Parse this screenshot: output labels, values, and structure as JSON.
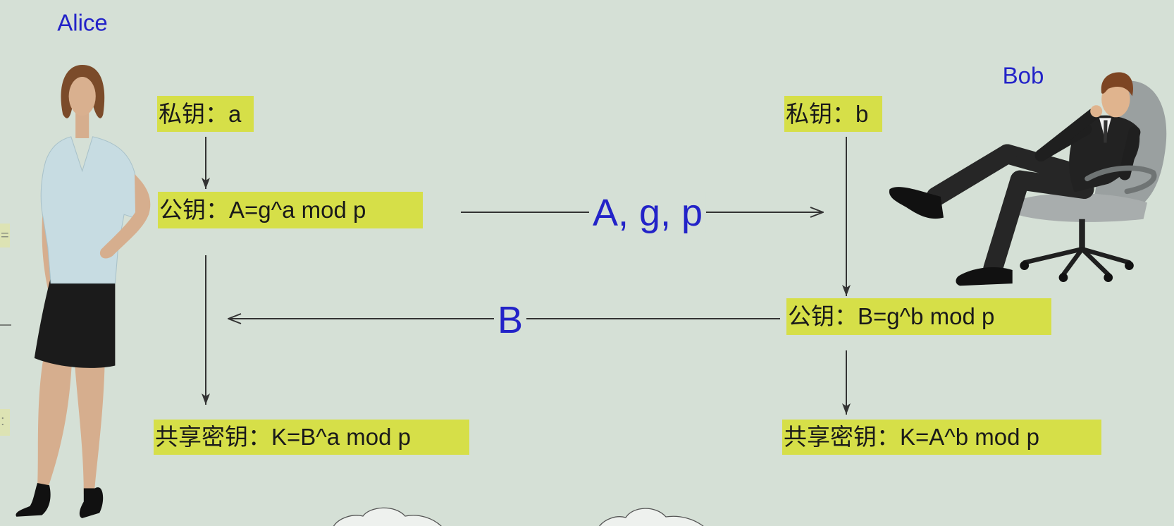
{
  "colors": {
    "background": "#d5e0d6",
    "highlight": "#d6df48",
    "label_blue": "#2323c8",
    "arrow": "#333333",
    "text": "#1a1a1a"
  },
  "alice": {
    "name": "Alice",
    "private_key": "私钥：a",
    "public_key": "公钥：A=g^a mod p",
    "shared_key": "共享密钥：K=B^a mod p",
    "figure_icon": "woman-standing-icon"
  },
  "bob": {
    "name": "Bob",
    "private_key": "私钥：b",
    "public_key": "公钥：B=g^b mod p",
    "shared_key": "共享密钥：K=A^b mod p",
    "figure_icon": "man-in-office-chair-icon"
  },
  "messages": {
    "to_bob": "A, g, p",
    "to_alice": "B"
  },
  "decorations": {
    "bottom_icons": [
      "cloud-icon",
      "cloud-icon"
    ]
  },
  "edge_fragments": {
    "left_upper": "=",
    "left_lower": ":"
  }
}
